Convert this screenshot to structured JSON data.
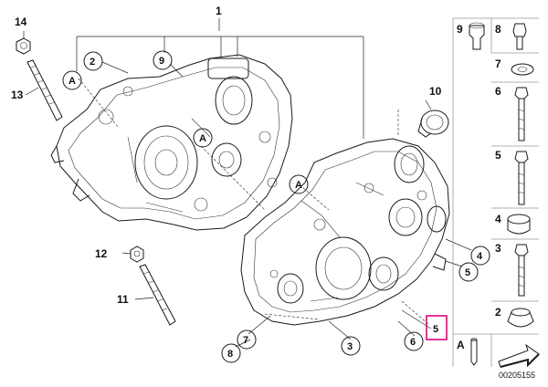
{
  "callouts": {
    "c1": "1",
    "c2": "2",
    "c3": "3",
    "c4": "4",
    "c5a": "5",
    "c5b": "5",
    "c6": "6",
    "c7": "7",
    "c8": "8",
    "c9": "9",
    "c10": "10",
    "c11": "11",
    "c12": "12",
    "c13": "13",
    "c14": "14",
    "a1": "A",
    "a2": "A",
    "a3": "A"
  },
  "sidebar": {
    "r9": "9",
    "r8": "8",
    "r7": "7",
    "r6": "6",
    "r5": "5",
    "r4": "4",
    "r3": "3",
    "r2": "2",
    "rA": "A"
  },
  "diagram_code": "00205155",
  "colors": {
    "highlight": "#e6007e",
    "ink": "#1a1a1a"
  }
}
